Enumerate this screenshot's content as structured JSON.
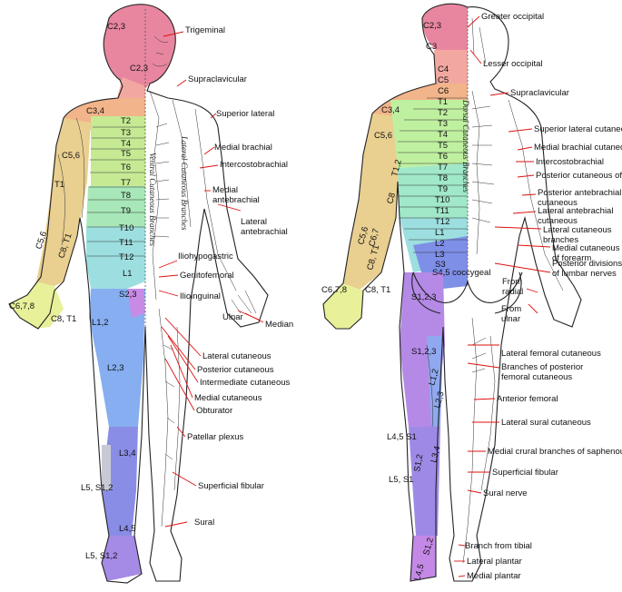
{
  "front": {
    "segments": [
      "C2,3",
      "C2,3",
      "C3,4",
      "T2",
      "T3",
      "T4",
      "T5",
      "T6",
      "T7",
      "T8",
      "T9",
      "T10",
      "T11",
      "T12",
      "C5,6",
      "T1",
      "C5,6",
      "C8, T1",
      "L1",
      "S2,3",
      "L1,2",
      "L2,3",
      "L3,4",
      "L5, S1,2",
      "L4,5",
      "L5, S1,2",
      "C6,7,8",
      "C8, T1"
    ],
    "vertical_text": [
      "Ventral Cutaneous Branches",
      "Lateral Cutaneous Branches"
    ],
    "nerves": [
      "Trigeminal",
      "Supraclavicular",
      "Superior lateral",
      "Medial brachial",
      "Intercostobrachial",
      "Medial\nantebrachial",
      "Lateral\nantebrachial",
      "Iliohypogastric",
      "Genitofemoral",
      "Ilioinguinal",
      "Ulnar",
      "Median",
      "Lateral cutaneous",
      "Posterior cutaneous",
      "Intermediate cutaneous",
      "Medial cutaneous",
      "Obturator",
      "Patellar plexus",
      "Superficial fibular",
      "Sural"
    ]
  },
  "back": {
    "segments": [
      "C2,3",
      "C3",
      "C4",
      "C5",
      "C6",
      "T1",
      "T2",
      "T3",
      "T4",
      "T5",
      "T6",
      "T7",
      "T8",
      "T9",
      "T10",
      "T11",
      "T12",
      "L1",
      "L2",
      "L3",
      "C3,4",
      "C5,6",
      "T1,2",
      "C8",
      "C5,6",
      "C6,7",
      "C8, T1",
      "S3",
      "S4,5 coccygeal",
      "S1,2,3",
      "S1,2,3",
      "L1,2",
      "L2,3",
      "L3,4",
      "L4,5 S1",
      "L5, S1",
      "S1,2",
      "S1,2",
      "L4,5",
      "C6,7,8",
      "C8, T1"
    ],
    "vertical_text": [
      "Dorsal Cutaneous Branches"
    ],
    "nerves": [
      "Greater occipital",
      "Lesser occipital",
      "Supraclavicular",
      "Superior lateral cutaneous",
      "Medial brachial cutaneous",
      "Intercostobrachial",
      "Posterior cutaneous of arm",
      "Posterior antebrachial\ncutaneous",
      "Lateral antebrachial\ncutaneous",
      "Lateral cutaneous\nbranches",
      "Medial cutaneous\nof forearm",
      "Posterior divisions\nof lumbar nerves",
      "From\nradial",
      "From\nulnar",
      "Lateral femoral cutaneous",
      "Branches of posterior\nfemoral cutaneous",
      "Anterior femoral",
      "Lateral sural cutaneous",
      "Medial crural branches of saphenous",
      "Superficial fibular",
      "Sural nerve",
      "Branch from tibial",
      "Lateral plantar",
      "Medial plantar"
    ]
  },
  "colors": {
    "head": "#e88aa6",
    "neck": "#f0a6a0",
    "shoulder": "#f1b486",
    "arm": "#e8cf8e",
    "chest": "#c6ea94",
    "chest2": "#a8e8b8",
    "abdomen": "#9ddfe0",
    "thigh": "#86aef0",
    "leg": "#8b8ee8",
    "foot": "#a888e6",
    "hand": "#e8f09a",
    "sacral": "#c78be6",
    "leader": "#dd1111"
  }
}
